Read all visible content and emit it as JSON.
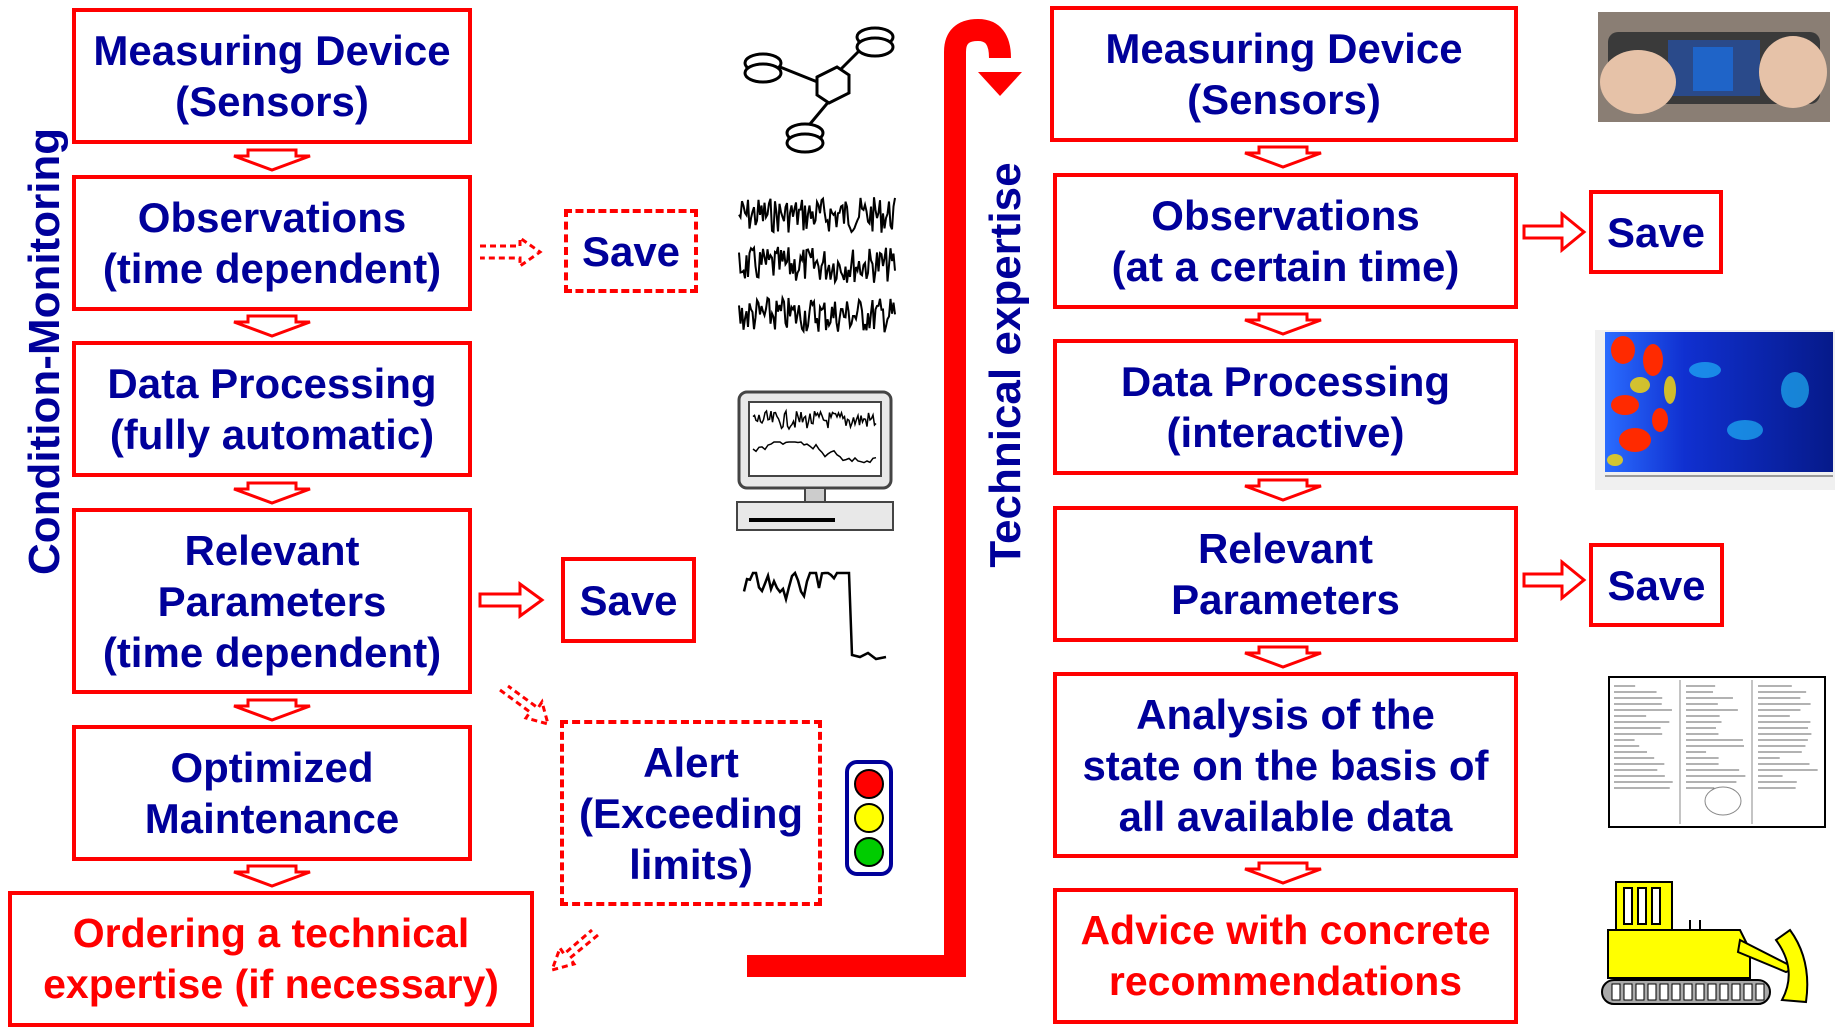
{
  "colors": {
    "box_border": "#ff0000",
    "text_blue": "#00009a",
    "text_red": "#ff0000"
  },
  "left": {
    "side_label": "Condition-Monitoring",
    "steps": [
      {
        "label": "Measuring Device\n(Sensors)"
      },
      {
        "label": "Observations\n(time dependent)"
      },
      {
        "label": "Data Processing\n(fully automatic)"
      },
      {
        "label": "Relevant\nParameters\n(time dependent)"
      },
      {
        "label": "Optimized\nMaintenance"
      },
      {
        "label": "Ordering a technical\nexpertise (if necessary)"
      }
    ],
    "save_observations": "Save",
    "save_parameters": "Save",
    "alert": "Alert\n(Exceeding\nlimits)"
  },
  "right": {
    "side_label": "Technical expertise",
    "steps": [
      {
        "label": "Measuring Device\n(Sensors)"
      },
      {
        "label": "Observations\n(at a certain time)"
      },
      {
        "label": "Data Processing\n(interactive)"
      },
      {
        "label": "Relevant\nParameters"
      },
      {
        "label": "Analysis of the\nstate on  the basis of\nall available data"
      },
      {
        "label": "Advice with concrete\nrecommendations"
      }
    ],
    "save_observations": "Save",
    "save_parameters": "Save"
  },
  "icons": [
    "sensor-network-icon",
    "signal-traces-icon",
    "computer-monitor-icon",
    "parameter-trace-icon",
    "traffic-light-icon",
    "handheld-device-photo",
    "heatmap-image",
    "report-document-icon",
    "bulldozer-icon"
  ]
}
